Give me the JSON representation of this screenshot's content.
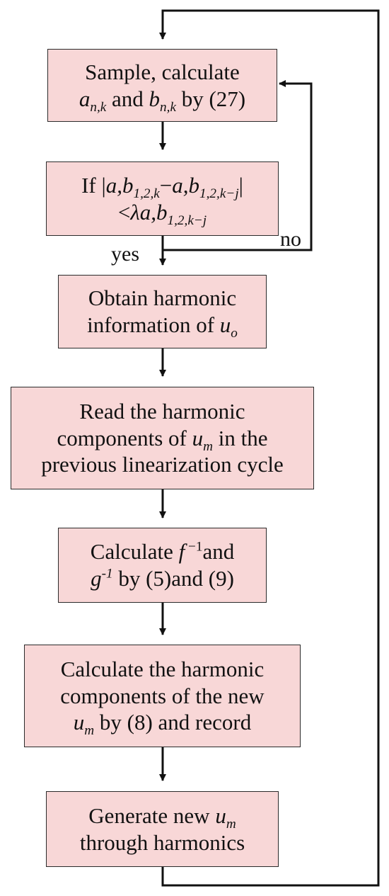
{
  "diagram": {
    "nodes": [
      {
        "id": "sample",
        "line1": "Sample, calculate",
        "line2_var1": "a",
        "line2_sub1": "n,k",
        "line2_mid": " and ",
        "line2_var2": "b",
        "line2_sub2": "n,k",
        "line2_end": " by (27)"
      },
      {
        "id": "check",
        "line1_pre": "If |",
        "line1_var_a": "a,b",
        "line1_sub_a": "1,2,k",
        "line1_minus": "−",
        "line1_var_b": "a,b",
        "line1_sub_b": "1,2,k−j",
        "line1_post": "|",
        "line2_pre": "<",
        "line2_var": "λa,b",
        "line2_sub": "1,2,k−j"
      },
      {
        "id": "obtain",
        "line1": "Obtain harmonic",
        "line2": "information of ",
        "line2_var": "u",
        "line2_sub": "o"
      },
      {
        "id": "read",
        "line1": "Read the harmonic",
        "line2_pre": "components of ",
        "line2_var": "u",
        "line2_sub": "m",
        "line2_post": " in the",
        "line3": "previous linearization cycle"
      },
      {
        "id": "calcfg",
        "line1_pre": "Calculate ",
        "line1_var": "f",
        "line1_sup": " −1",
        "line1_post": "and",
        "line2_var": "g",
        "line2_sup": "-1",
        "line2_post": " by (5)and (9)"
      },
      {
        "id": "calcnew",
        "line1": "Calculate the harmonic",
        "line2": "components of the new",
        "line3_var": "u",
        "line3_sub": "m",
        "line3_post": " by (8) and record"
      },
      {
        "id": "generate",
        "line1_pre": "Generate new ",
        "line1_var": "u",
        "line1_sub": "m",
        "line2": "through harmonics"
      }
    ],
    "edge_labels": {
      "yes": "yes",
      "no": "no"
    },
    "colors": {
      "box_fill": "#f8d7d7",
      "stroke": "#111111"
    }
  }
}
